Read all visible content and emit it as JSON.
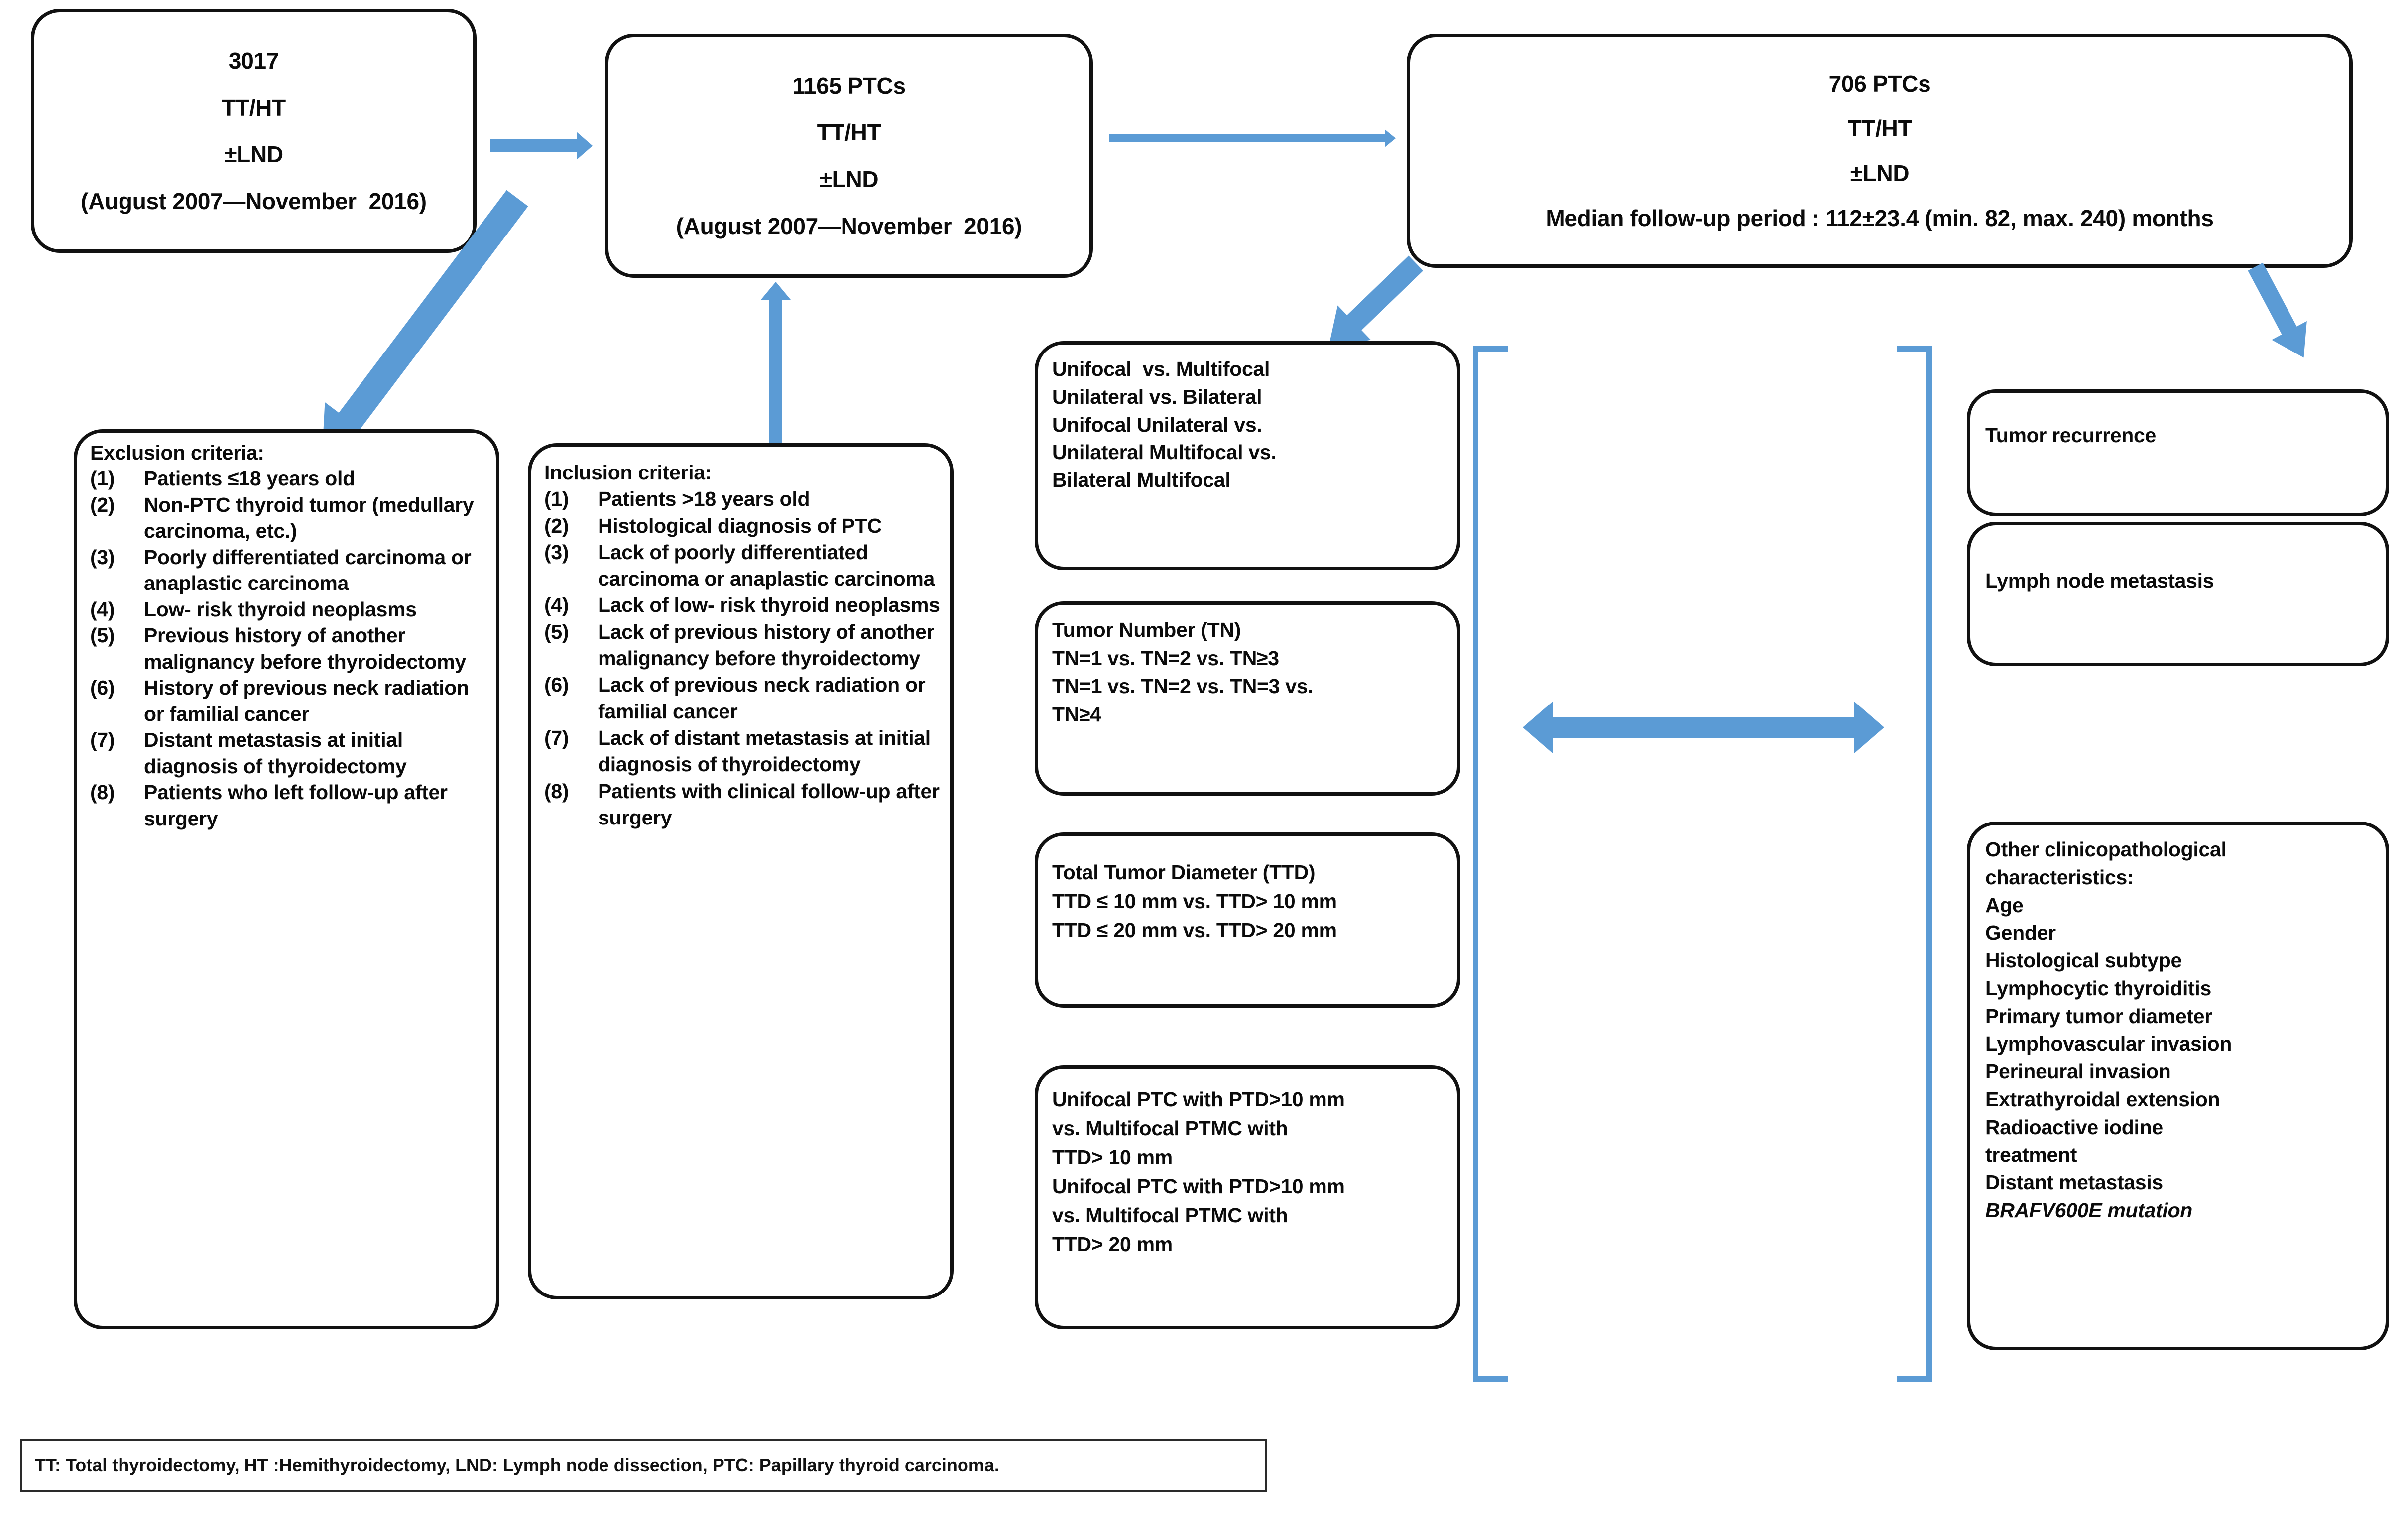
{
  "colors": {
    "accent": "#5b9bd5",
    "box_border": "#111111",
    "text": "#0b0b0b",
    "background": "#ffffff"
  },
  "boxes": {
    "cohort_initial": {
      "lines": [
        "3017",
        "TT/HT",
        "±LND",
        "(August 2007—November  2016)"
      ]
    },
    "cohort_ptc": {
      "lines": [
        "1165 PTCs",
        "TT/HT",
        "±LND",
        "(August 2007—November  2016)"
      ]
    },
    "cohort_final": {
      "lines": [
        "706 PTCs",
        "TT/HT",
        "±LND",
        "Median follow-up period : 112±23.4 (min. 82, max. 240) months"
      ]
    },
    "exclusion": {
      "heading": "Exclusion criteria:",
      "items": [
        {
          "num": "(1)",
          "text": "Patients ≤18  years old"
        },
        {
          "num": "(2)",
          "text": "Non-PTC thyroid tumor (medullary carcinoma, etc.)"
        },
        {
          "num": "(3)",
          "text": "Poorly differentiated carcinoma or anaplastic carcinoma"
        },
        {
          "num": "(4)",
          "text": "Low- risk thyroid neoplasms"
        },
        {
          "num": "(5)",
          "text": "Previous history of another malignancy before thyroidectomy"
        },
        {
          "num": "(6)",
          "text": "History of previous neck radiation or familial cancer"
        },
        {
          "num": "(7)",
          "text": "Distant metastasis at initial diagnosis of thyroidectomy"
        },
        {
          "num": "(8)",
          "text": "Patients  who left follow-up after surgery"
        }
      ]
    },
    "inclusion": {
      "heading": "Inclusion  criteria:",
      "items": [
        {
          "num": "(1)",
          "text": "Patients >18  years old"
        },
        {
          "num": "(2)",
          "text": "Histological diagnosis of PTC"
        },
        {
          "num": "(3)",
          "text": "Lack of poorly differentiated carcinoma or anaplastic carcinoma"
        },
        {
          "num": "(4)",
          "text": "Lack of low- risk thyroid neoplasms"
        },
        {
          "num": "(5)",
          "text": "Lack of previous history of another malignancy before thyroidectomy"
        },
        {
          "num": "(6)",
          "text": "Lack of previous neck radiation or familial cancer"
        },
        {
          "num": "(7)",
          "text": "Lack of  distant metastasis at initial diagnosis of thyroidectomy"
        },
        {
          "num": "(8)",
          "text": "Patients  with clinical follow-up after surgery"
        }
      ]
    },
    "focality": {
      "lines": [
        "Unifocal  vs. Multifocal",
        "Unilateral vs. Bilateral",
        "Unifocal Unilateral vs.",
        "Unilateral Multifocal vs.",
        "Bilateral Multifocal"
      ]
    },
    "tumor_number": {
      "lines": [
        "Tumor Number (TN)",
        "TN=1 vs. TN=2 vs. TN≥3",
        "TN=1 vs. TN=2 vs. TN=3 vs.",
        "TN≥4"
      ]
    },
    "tumor_diameter": {
      "lines": [
        "Total Tumor Diameter (TTD)",
        "TTD ≤ 10 mm vs. TTD> 10 mm",
        "TTD ≤ 20 mm vs. TTD> 20 mm"
      ]
    },
    "ptc_comparison": {
      "lines": [
        "Unifocal PTC with PTD>10 mm",
        "vs. Multifocal PTMC with",
        "TTD> 10 mm",
        "Unifocal PTC with PTD>10 mm",
        "vs. Multifocal PTMC with",
        "TTD> 20 mm"
      ]
    },
    "tumor_recurrence": {
      "label": "Tumor recurrence"
    },
    "lymph_node_metastasis": {
      "label": "Lymph node metastasis"
    },
    "other_characteristics": {
      "heading_lines": [
        "Other clinicopathological",
        "characteristics:"
      ],
      "items": [
        {
          "text": "Age",
          "italic": false
        },
        {
          "text": "Gender",
          "italic": false
        },
        {
          "text": "Histological subtype",
          "italic": false
        },
        {
          "text": "Lymphocytic thyroiditis",
          "italic": false
        },
        {
          "text": "Primary tumor diameter",
          "italic": false
        },
        {
          "text": "Lymphovascular invasion",
          "italic": false
        },
        {
          "text": "Perineural invasion",
          "italic": false
        },
        {
          "text": "Extrathyroidal extension",
          "italic": false
        },
        {
          "text": "Radioactive iodine",
          "italic": false
        },
        {
          "text": "treatment",
          "italic": false
        },
        {
          "text": "Distant metastasis",
          "italic": false
        },
        {
          "text": "BRAFV600E mutation",
          "italic": true
        }
      ]
    }
  },
  "legend": {
    "text": "TT: Total thyroidectomy, HT :Hemithyroidectomy, LND: Lymph node dissection, PTC: Papillary thyroid carcinoma."
  },
  "connectors": {
    "initial_to_ptc": "arrow-right",
    "ptc_to_final": "arrow-right-long",
    "initial_to_exclusion": "arrow-diagonal-down-left",
    "inclusion_to_ptc": "arrow-up",
    "final_to_focality": "arrow-diagonal-down-left",
    "final_to_recurrence": "arrow-diagonal-down-right",
    "middle_to_right": "double-headed-arrow"
  }
}
